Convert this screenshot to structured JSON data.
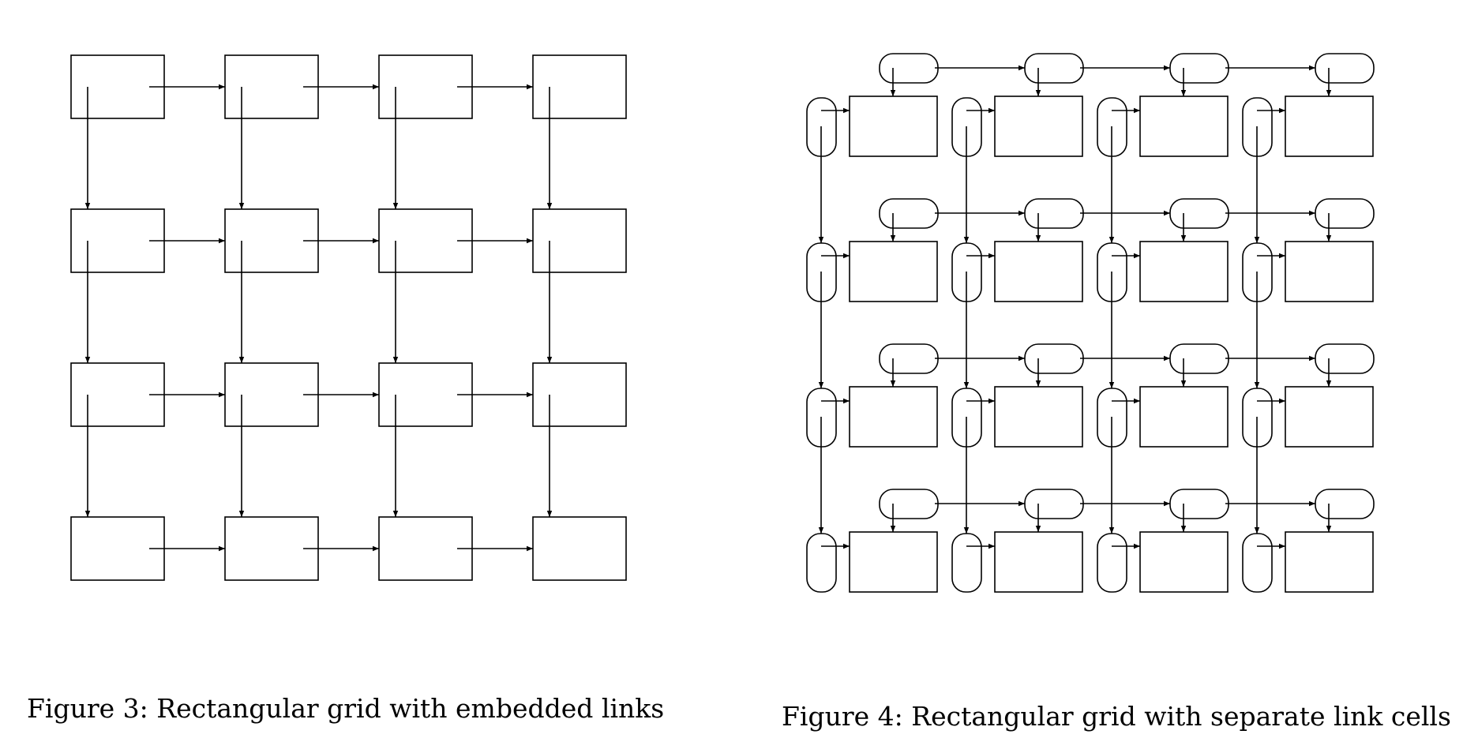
{
  "figures": [
    {
      "id": "fig3",
      "caption": "Figure 3: Rectangular grid with embedded links",
      "grid": {
        "rows": 4,
        "cols": 4
      },
      "link_style": "embedded"
    },
    {
      "id": "fig4",
      "caption": "Figure 4: Rectangular grid with separate link cells",
      "grid": {
        "rows": 4,
        "cols": 4
      },
      "link_style": "separate-link-cells"
    }
  ]
}
